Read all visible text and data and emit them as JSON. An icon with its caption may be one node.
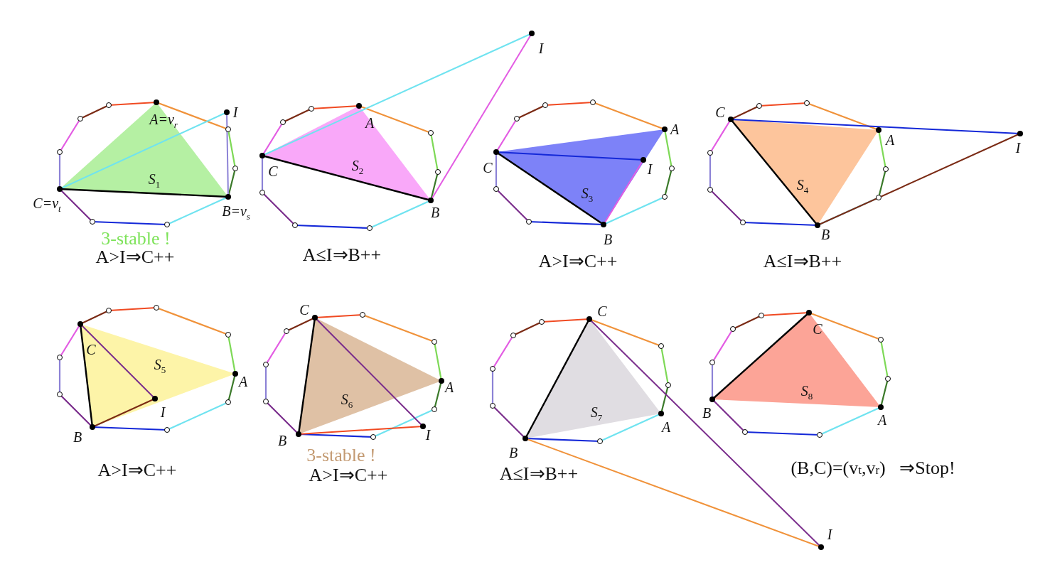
{
  "diagram": {
    "labels": [
      "A=v$_{r}$",
      "I",
      "S$_{1}$",
      "C=v$_{t}$",
      "B=v$_{s}$",
      "3-stable !",
      "A>I⇒C++",
      "I",
      "A",
      "C",
      "S$_{2}$",
      "B",
      "A≤I⇒B++",
      "A",
      "C",
      "I",
      "S$_{3}$",
      "B",
      "A>I⇒C++",
      "C",
      "A",
      "I",
      "S$_{4}$",
      "B",
      "A≤I⇒B++",
      "C",
      "S$_{5}$",
      "A",
      "I",
      "B",
      "A>I⇒C++",
      "C",
      "A",
      "S$_{6}$",
      "B",
      "I",
      "3-stable !",
      "A>I⇒C++",
      "C",
      "S$_{7}$",
      "A",
      "B",
      "A≤I⇒B++",
      "I",
      "C",
      "S$_{8}$",
      "B",
      "A",
      "(B,C)=(v$_{t}$,v$_{r}$)   ⇒Stop!"
    ]
  }
}
